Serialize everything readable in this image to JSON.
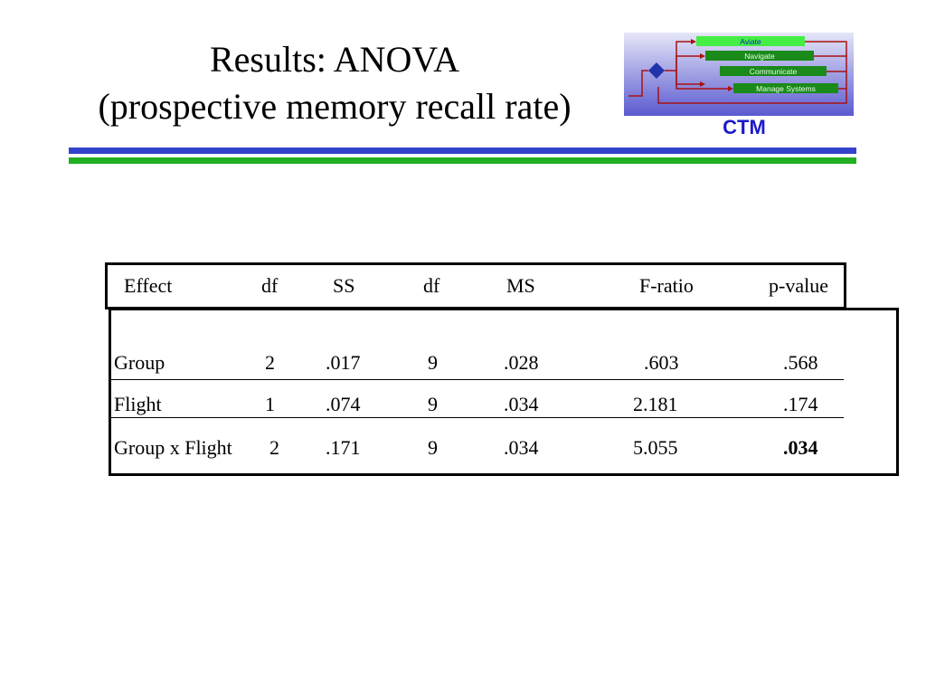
{
  "slide": {
    "title_line1": "Results: ANOVA",
    "title_line2": "(prospective memory recall rate)"
  },
  "logo": {
    "label": "CTM",
    "items": [
      "Aviate",
      "Navigate",
      "Communicate",
      "Manage Systems"
    ],
    "colors": {
      "panel_gradient_top": "#e6e6f8",
      "panel_gradient_bottom": "#5a5ad0",
      "box_light": "#44ee44",
      "box_dark": "#1a8a1a",
      "arrows": "#aa1111",
      "diamond": "#2233aa",
      "label": "#1a1acc"
    }
  },
  "colors": {
    "rule_blue": "#3344cc",
    "rule_green": "#22b022"
  },
  "table": {
    "headers": [
      "Effect",
      "df",
      "SS",
      "df",
      "MS",
      "F-ratio",
      "p-value"
    ],
    "rows": [
      {
        "effect": "Group",
        "df1": "2",
        "ss": ".017",
        "df2": "9",
        "ms": ".028",
        "f": ".603",
        "p": ".568",
        "p_bold": false
      },
      {
        "effect": "Flight",
        "df1": "1",
        "ss": ".074",
        "df2": "9",
        "ms": ".034",
        "f": "2.181",
        "p": ".174",
        "p_bold": false
      },
      {
        "effect": "Group x Flight",
        "df1": "2",
        "ss": ".171",
        "df2": "9",
        "ms": ".034",
        "f": "5.055",
        "p": ".034",
        "p_bold": true
      }
    ]
  }
}
